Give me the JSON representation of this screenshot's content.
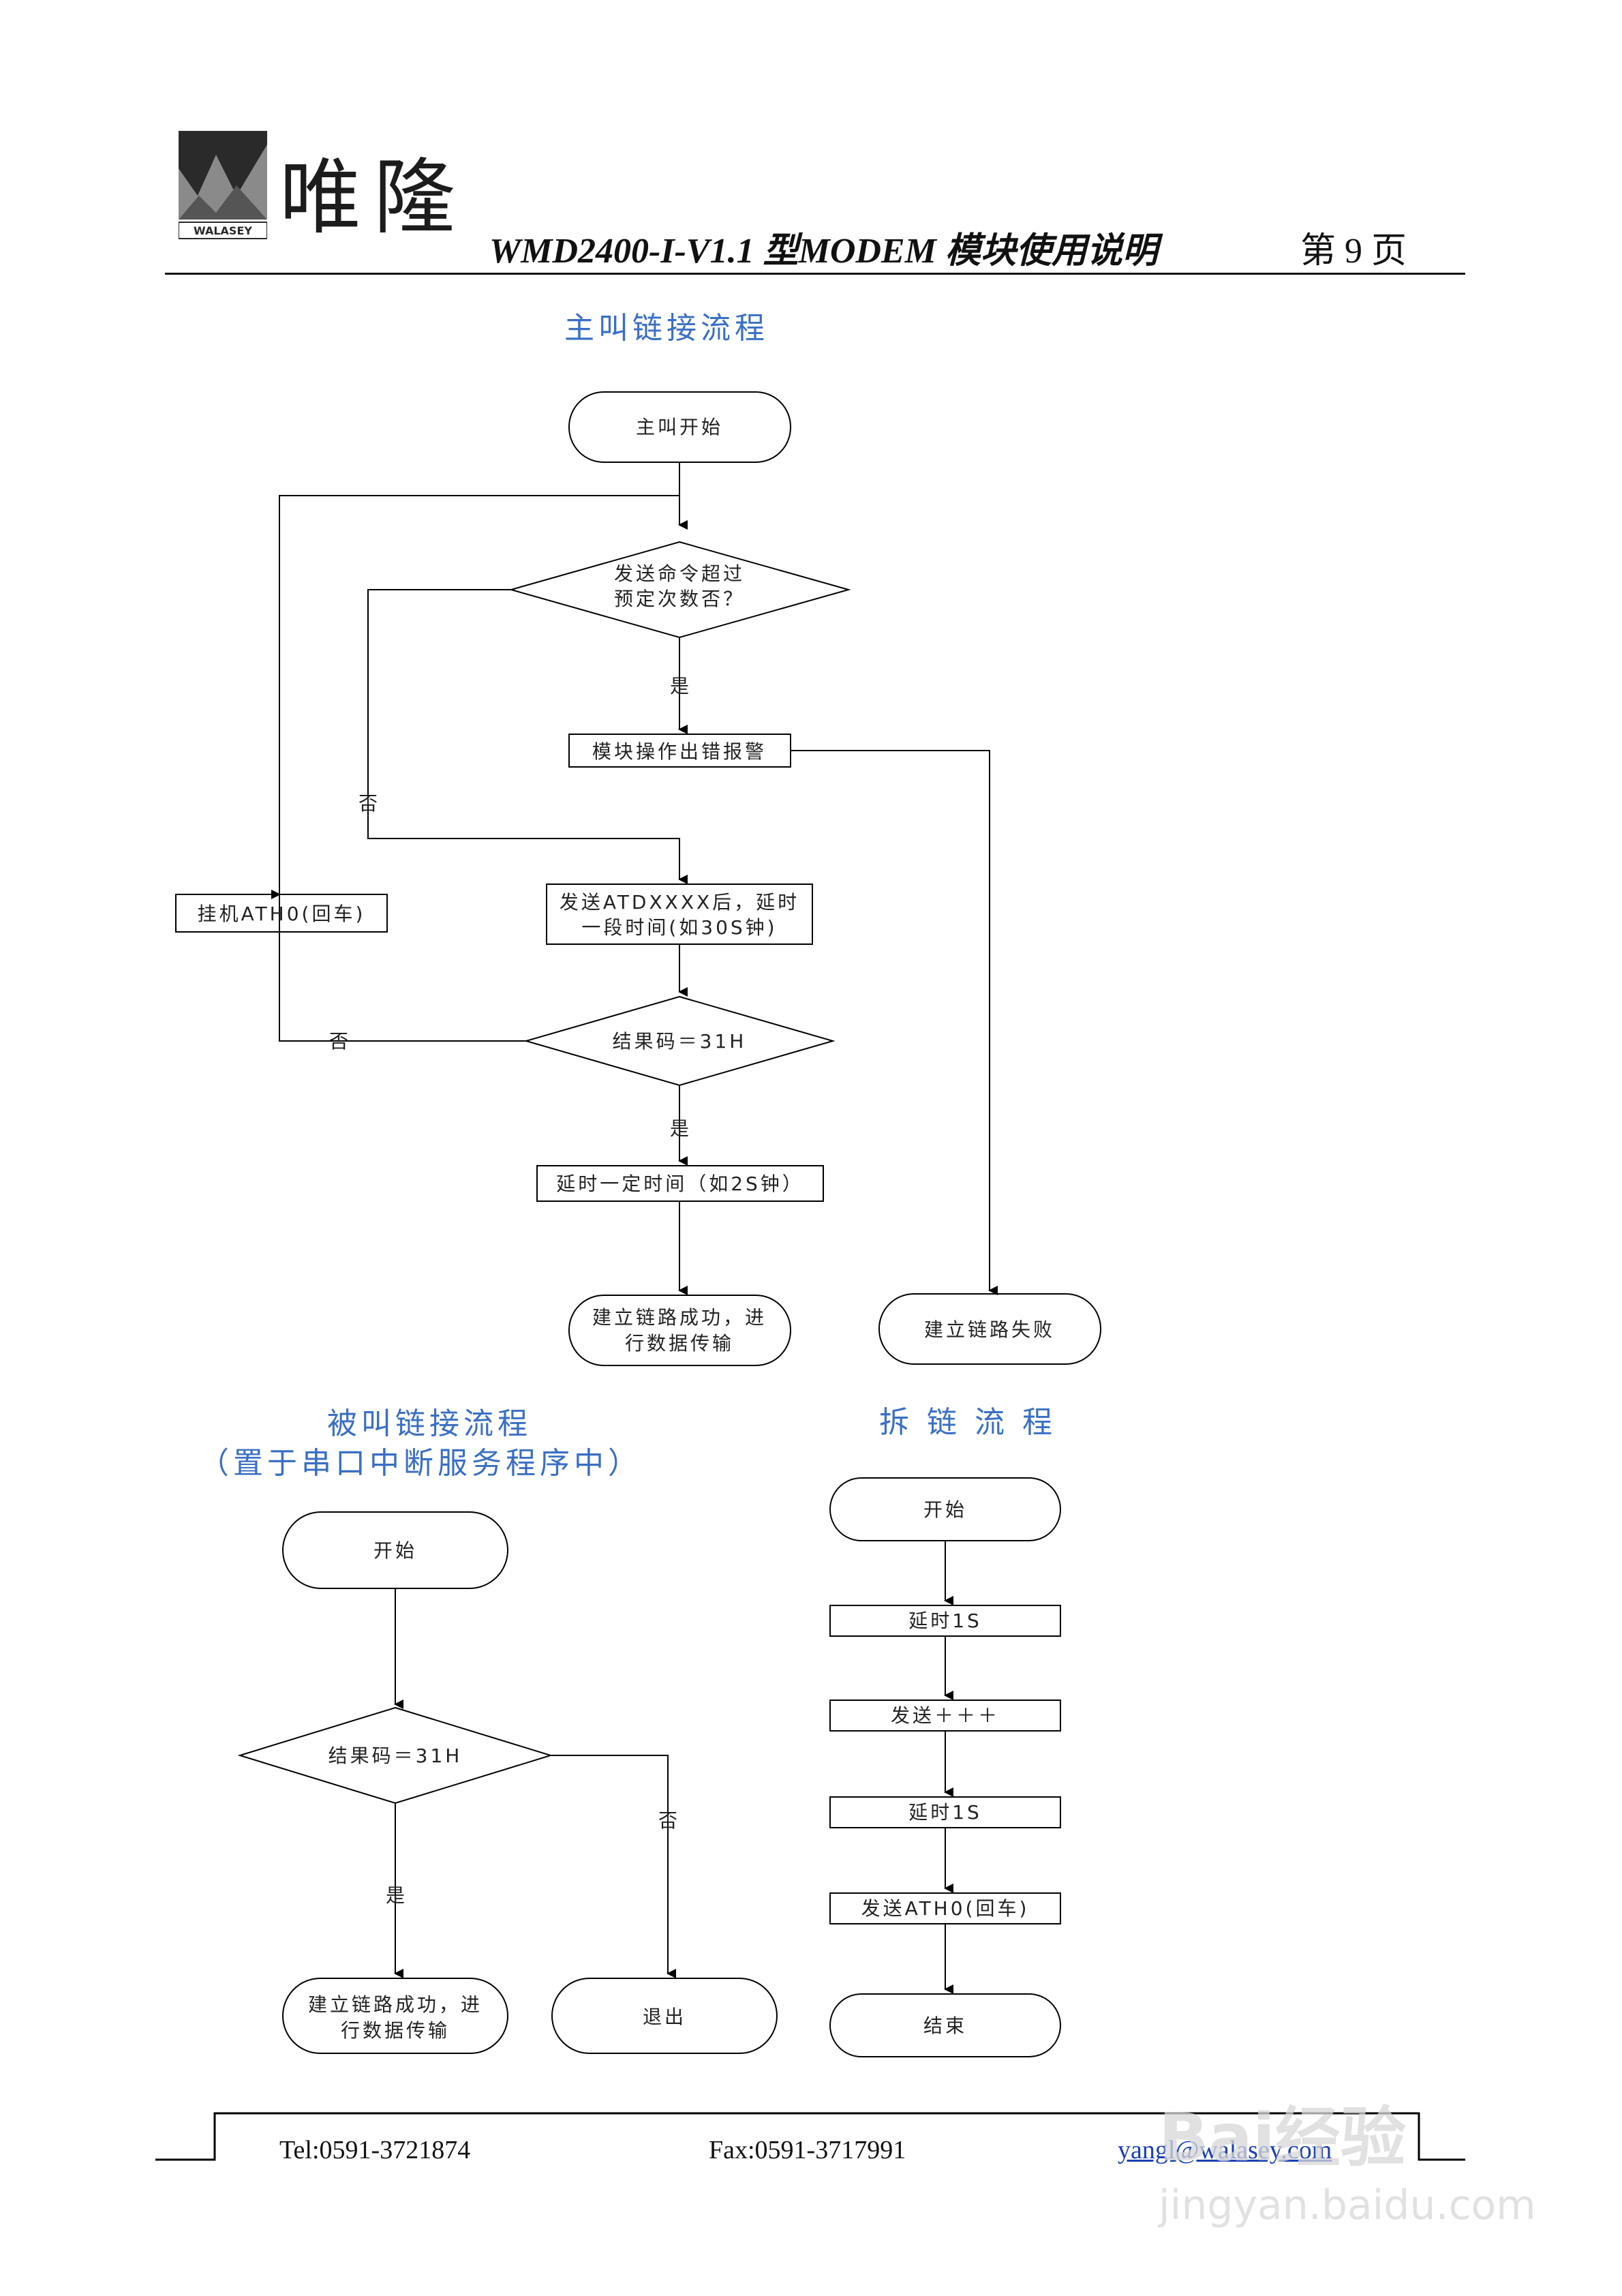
{
  "header": {
    "logo_mark": "WALASEY",
    "logo_cn": "唯隆",
    "doc_title": "WMD2400-I-V1.1 型MODEM 模块使用说明",
    "page_label": "第 9 页"
  },
  "sections": {
    "caller": "主叫链接流程",
    "callee_title": "被叫链接流程",
    "callee_sub": "（置于串口中断服务程序中）",
    "hangup": "拆 链 流 程"
  },
  "caller_flow": {
    "start": "主叫开始",
    "check_line1": "发送命令超过",
    "check_line2": "预定次数否？",
    "yes1": "是",
    "error": "模块操作出错报警",
    "no1": "否",
    "send_line1": "发送ATDXXXX后，延时",
    "send_line2": "一段时间(如30S钟)",
    "hangup_box": "挂机ATH0(回车)",
    "no2": "否",
    "result": "结果码＝31H",
    "yes2": "是",
    "delay": "延时一定时间（如2S钟）",
    "success_line1": "建立链路成功，进",
    "success_line2": "行数据传输",
    "fail": "建立链路失败"
  },
  "callee_flow": {
    "start": "开始",
    "result": "结果码＝31H",
    "no": "否",
    "yes": "是",
    "success_line1": "建立链路成功，进",
    "success_line2": "行数据传输",
    "exit": "退出"
  },
  "hangup_flow": {
    "start": "开始",
    "delay1": "延时1S",
    "send_plus": "发送＋＋＋",
    "delay2": "延时1S",
    "send_ath": "发送ATH0(回车)",
    "end": "结束"
  },
  "footer": {
    "tel": "Tel:0591-3721874",
    "fax": "Fax:0591-3717991",
    "email": "yangl@walasey.com"
  },
  "watermark": {
    "brand": "Bai经验",
    "url": "jingyan.baidu.com"
  }
}
